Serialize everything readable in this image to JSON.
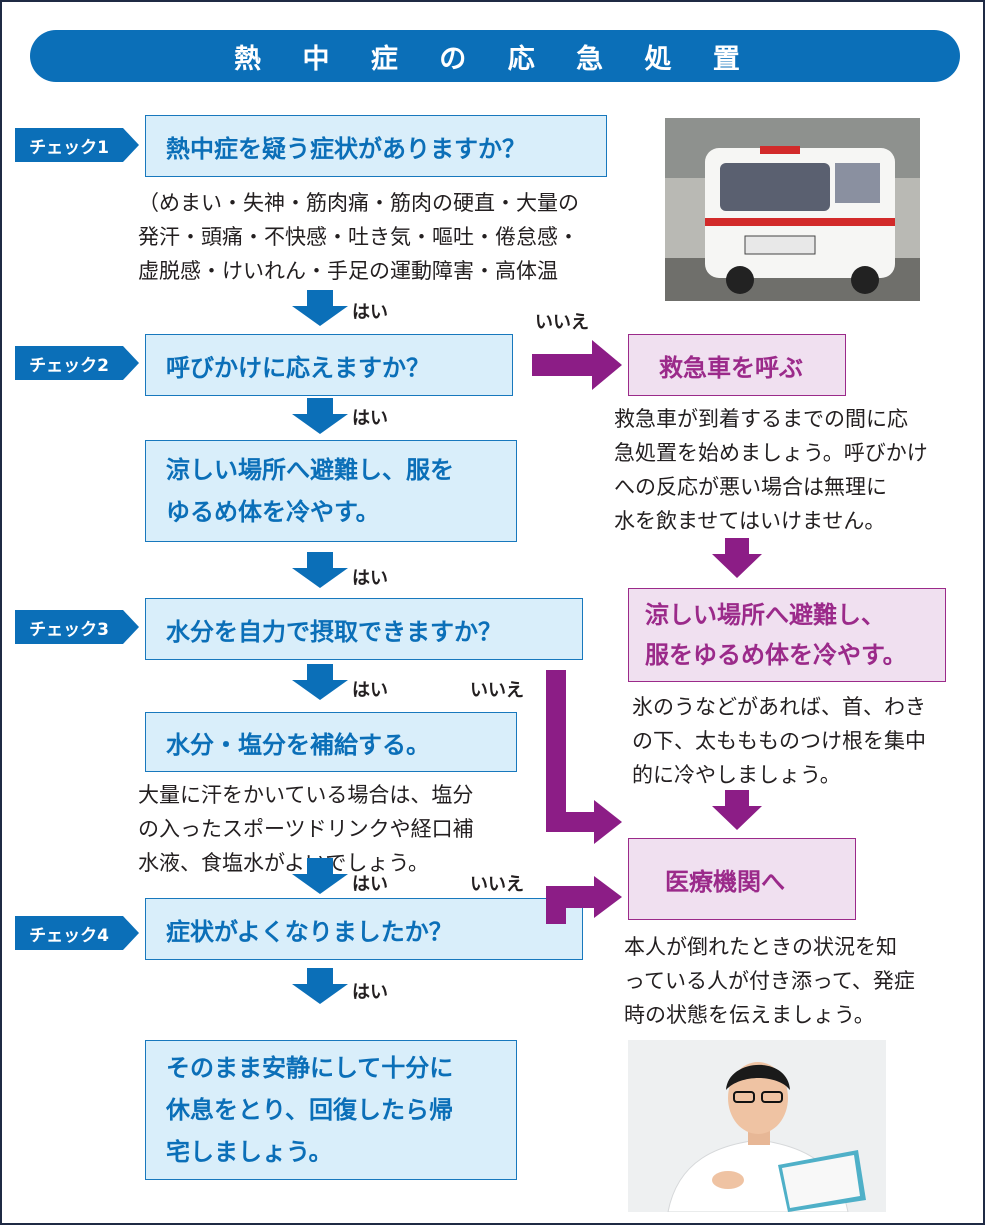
{
  "title": "熱 中 症 の 応 急 処 置",
  "checks": [
    "チェック1",
    "チェック2",
    "チェック3",
    "チェック4"
  ],
  "labels": {
    "yes": "はい",
    "no": "いいえ"
  },
  "left": {
    "q1": "熱中症を疑う症状がありますか？",
    "symptoms": "（めまい・失神・筋肉痛・筋肉の硬直・大量の\n発汗・頭痛・不快感・吐き気・嘔吐・倦怠感・\n虚脱感・けいれん・手足の運動障害・高体温",
    "q2": "呼びかけに応えますか？",
    "action_cool": "涼しい場所へ避難し、服を\nゆるめ体を冷やす。",
    "q3": "水分を自力で摂取できますか？",
    "action_water": "水分・塩分を補給する。",
    "water_note": "大量に汗をかいている場合は、塩分\nの入ったスポーツドリンクや経口補\n水液、食塩水がよいでしょう。",
    "q4": "症状がよくなりましたか？",
    "final": "そのまま安静にして十分に\n休息をとり、回復したら帰\n宅しましょう。"
  },
  "right": {
    "ambulance_box": "救急車を呼ぶ",
    "ambulance_note": "救急車が到着するまでの間に応\n急処置を始めましょう。呼びかけ\nへの反応が悪い場合は無理に\n水を飲ませてはいけません。",
    "cool_box": "涼しい場所へ避難し、\n服をゆるめ体を冷やす。",
    "ice_note": "氷のうなどがあれば、首、わき\nの下、太ももものつけ根を集中\n的に冷やしましょう。",
    "hospital_box": "医療機関へ",
    "hospital_note": "本人が倒れたときの状況を知\nっている人が付き添って、発症\n時の状態を伝えましょう。"
  },
  "colors": {
    "blue": "#0b6fb8",
    "purple": "#8c1d86",
    "light_blue": "#d9eefa",
    "light_purple": "#f0e0f0"
  },
  "icons": [
    "ambulance-photo",
    "doctor-photo"
  ]
}
